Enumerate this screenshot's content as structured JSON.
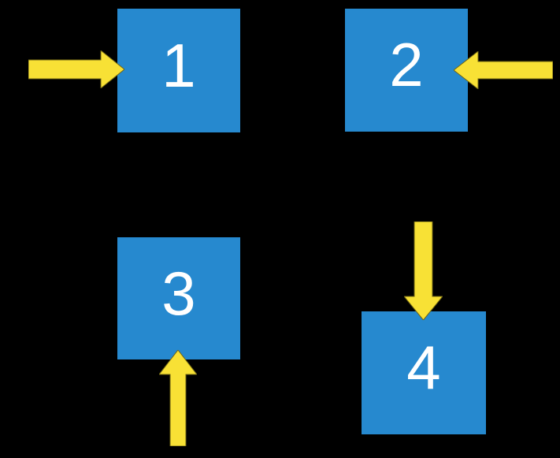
{
  "diagram": {
    "title": "numbered-boxes-with-arrows",
    "background_color": "#000000",
    "box_color": "#2689CF",
    "box_text_color": "#FFFFFF",
    "arrow_fill_color": "#F8E135",
    "arrow_outline_color": "#6E6414",
    "boxes": [
      {
        "label": "1",
        "position": "top-left",
        "arrow_icon": "arrow-right-icon",
        "arrow_points": "right into left side of box 1"
      },
      {
        "label": "2",
        "position": "top-right",
        "arrow_icon": "arrow-left-icon",
        "arrow_points": "left into right side of box 2"
      },
      {
        "label": "3",
        "position": "bottom-left",
        "arrow_icon": "arrow-up-icon",
        "arrow_points": "up into bottom side of box 3"
      },
      {
        "label": "4",
        "position": "bottom-right",
        "arrow_icon": "arrow-down-icon",
        "arrow_points": "down into top side of box 4"
      }
    ]
  }
}
